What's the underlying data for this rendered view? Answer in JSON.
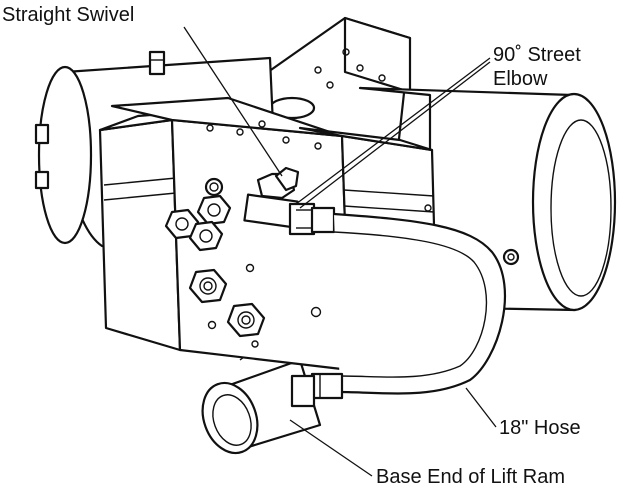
{
  "callouts": {
    "straight_swivel": "Straight Swivel",
    "street_elbow_line1": "90˚ Street",
    "street_elbow_line2": "Elbow",
    "hose": "18\" Hose",
    "base_end": "Base End of Lift Ram"
  },
  "colors": {
    "line": "#111111",
    "background": "#ffffff"
  }
}
